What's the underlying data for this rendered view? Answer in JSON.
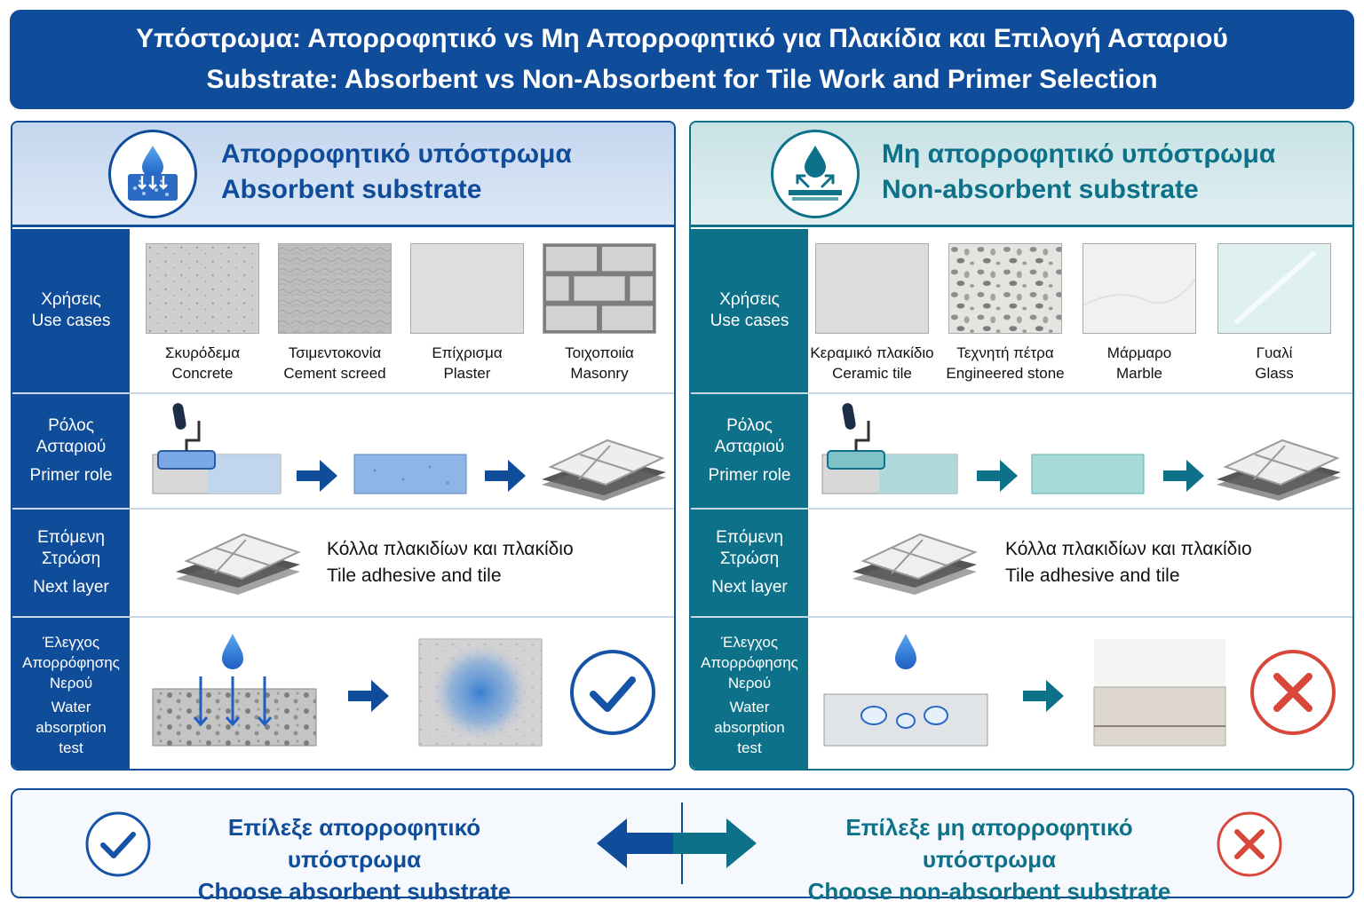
{
  "header": {
    "title_gr": "Υπόστρωμα: Απορροφητικό vs Μη Απορροφητικό για Πλακίδια και Επιλογή Ασταριού",
    "title_en": "Substrate: Absorbent vs Non-Absorbent for Tile Work and Primer Selection"
  },
  "colors": {
    "navy": "#0f4c9a",
    "teal": "#0d7289",
    "check": "#1553a8",
    "cross": "#d9463a"
  },
  "row_labels": {
    "use_gr": "Χρήσεις",
    "use_en": "Use cases",
    "primer_gr1": "Ρόλος",
    "primer_gr2": "Ασταριού",
    "primer_en": "Primer role",
    "next_gr1": "Επόμενη",
    "next_gr2": "Στρώση",
    "next_en": "Next layer",
    "test_gr1": "Έλεγχος",
    "test_gr2": "Απορρόφησης",
    "test_gr3": "Νερού",
    "test_en1": "Water",
    "test_en2": "absorption",
    "test_en3": "test"
  },
  "absorbent": {
    "title_gr": "Απορροφητικό υπόστρωμα",
    "title_en": "Absorbent substrate",
    "icon": "water-drop-absorb-icon",
    "uses": [
      {
        "gr": "Σκυρόδεμα",
        "en": "Concrete"
      },
      {
        "gr": "Τσιμεντοκονία",
        "en": "Cement screed"
      },
      {
        "gr": "Επίχρισμα",
        "en": "Plaster"
      },
      {
        "gr": "Τοιχοποιία",
        "en": "Masonry"
      }
    ],
    "next_gr": "Κόλλα πλακιδίων και πλακίδιο",
    "next_en": "Tile adhesive and tile",
    "result_icon": "check-icon"
  },
  "non_absorbent": {
    "title_gr": "Μη απορροφητικό υπόστρωμα",
    "title_en": "Non-absorbent substrate",
    "icon": "water-drop-repel-icon",
    "uses": [
      {
        "gr": "Κεραμικό πλακίδιο",
        "en": "Ceramic tile"
      },
      {
        "gr": "Τεχνητή πέτρα",
        "en": "Engineered stone"
      },
      {
        "gr": "Μάρμαρο",
        "en": "Marble"
      },
      {
        "gr": "Γυαλί",
        "en": "Glass"
      }
    ],
    "next_gr": "Κόλλα πλακιδίων και πλακίδιο",
    "next_en": "Tile adhesive and tile",
    "result_icon": "cross-icon"
  },
  "footer": {
    "left_gr": "Επίλεξε απορροφητικό υπόστρωμα",
    "left_en": "Choose absorbent substrate",
    "right_gr": "Επίλεξε μη απορροφητικό υπόστρωμα",
    "right_en": "Choose non-absorbent substrate"
  }
}
